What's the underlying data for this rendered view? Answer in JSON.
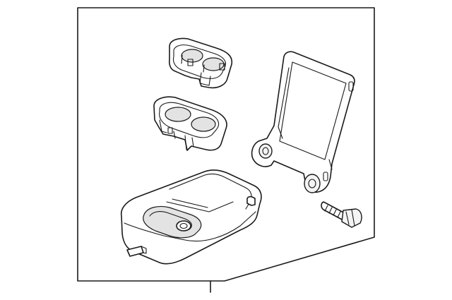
{
  "diagram": {
    "parts": [
      {
        "id": "upper-cup-holder-insert",
        "label": ""
      },
      {
        "id": "lower-cup-holder-insert",
        "label": ""
      },
      {
        "id": "armrest-assembly",
        "label": ""
      },
      {
        "id": "mounting-bracket",
        "label": ""
      },
      {
        "id": "bracket-bolt",
        "label": ""
      }
    ],
    "colors": {
      "line": "#1a1a1a",
      "background": "#ffffff",
      "frame": "#1a1a1a"
    }
  }
}
